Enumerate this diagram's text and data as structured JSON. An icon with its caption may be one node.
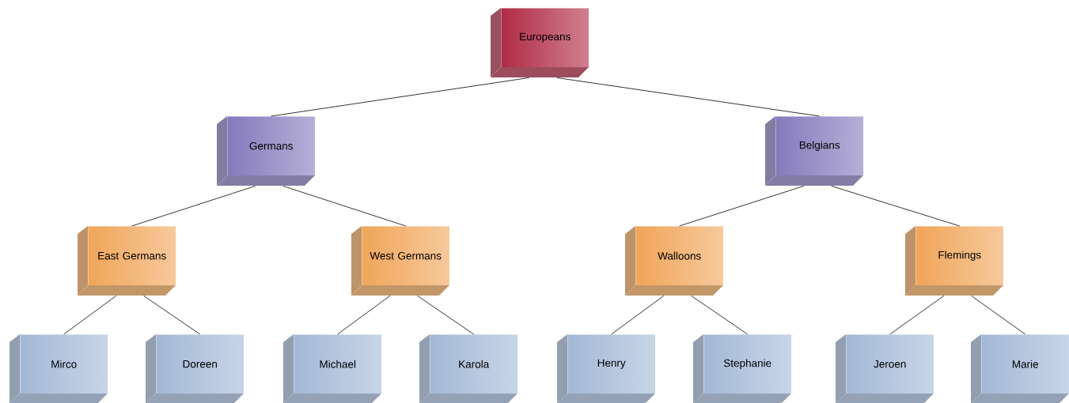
{
  "diagram": {
    "nodes": [
      {
        "text": [
          "Europeans"
        ]
      },
      {
        "text": [
          "Germans"
        ]
      },
      {
        "text": [
          "Belgians"
        ]
      },
      {
        "text": [
          "East Germans"
        ]
      },
      {
        "text": [
          "West Germans"
        ]
      },
      {
        "text": [
          "Walloons"
        ]
      },
      {
        "text": [
          "Flemings"
        ]
      },
      {
        "text": [
          "Mirco"
        ]
      },
      {
        "text": [
          "Doreen"
        ]
      },
      {
        "text": [
          "Michael"
        ]
      },
      {
        "text": [
          "Karola"
        ]
      },
      {
        "text": [
          "Henry"
        ]
      },
      {
        "text": [
          "Stephanie"
        ]
      },
      {
        "text": [
          "Jeroen"
        ]
      },
      {
        "text": [
          "Marie"
        ]
      }
    ],
    "edges": [
      {
        "from": 0,
        "to": 1,
        "arrow": "none"
      },
      {
        "from": 0,
        "to": 2,
        "arrow": "none"
      },
      {
        "from": 1,
        "to": 3,
        "arrow": "none"
      },
      {
        "from": 1,
        "to": 4,
        "arrow": "none"
      },
      {
        "from": 2,
        "to": 5,
        "arrow": "none"
      },
      {
        "from": 2,
        "to": 6,
        "arrow": "none"
      },
      {
        "from": 3,
        "to": 7,
        "arrow": "none"
      },
      {
        "from": 3,
        "to": 8,
        "arrow": "none"
      },
      {
        "from": 4,
        "to": 9,
        "arrow": "none"
      },
      {
        "from": 4,
        "to": 10,
        "arrow": "none"
      },
      {
        "from": 5,
        "to": 11,
        "arrow": "none"
      },
      {
        "from": 5,
        "to": 12,
        "arrow": "none"
      },
      {
        "from": 6,
        "to": 13,
        "arrow": "none"
      },
      {
        "from": 6,
        "to": 14,
        "arrow": "none"
      }
    ]
  }
}
